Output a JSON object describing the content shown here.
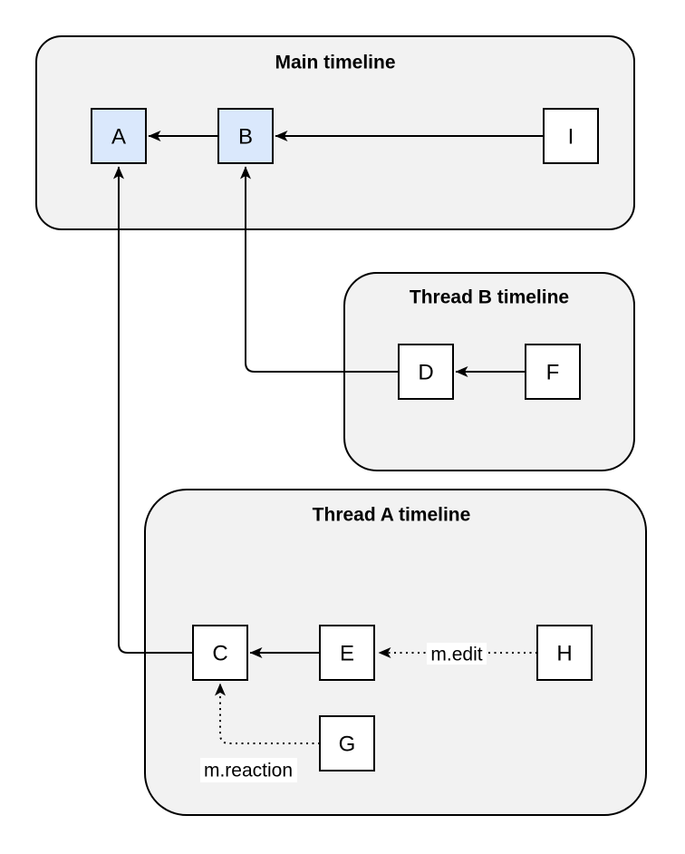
{
  "diagram": {
    "containers": {
      "main": {
        "title": "Main timeline"
      },
      "thread_b": {
        "title": "Thread B timeline"
      },
      "thread_a": {
        "title": "Thread A timeline"
      }
    },
    "nodes": {
      "a": {
        "label": "A"
      },
      "b": {
        "label": "B"
      },
      "i": {
        "label": "I"
      },
      "d": {
        "label": "D"
      },
      "f": {
        "label": "F"
      },
      "c": {
        "label": "C"
      },
      "e": {
        "label": "E"
      },
      "h": {
        "label": "H"
      },
      "g": {
        "label": "G"
      }
    },
    "edge_labels": {
      "edit": "m.edit",
      "reaction": "m.reaction"
    },
    "colors": {
      "container_fill": "#f2f2f2",
      "container_stroke": "#000000",
      "node_highlight_fill": "#dae8fc",
      "node_fill": "#ffffff",
      "node_stroke": "#000000",
      "edge_color": "#000000",
      "label_background": "#ffffff",
      "text_color": "#000000"
    }
  }
}
